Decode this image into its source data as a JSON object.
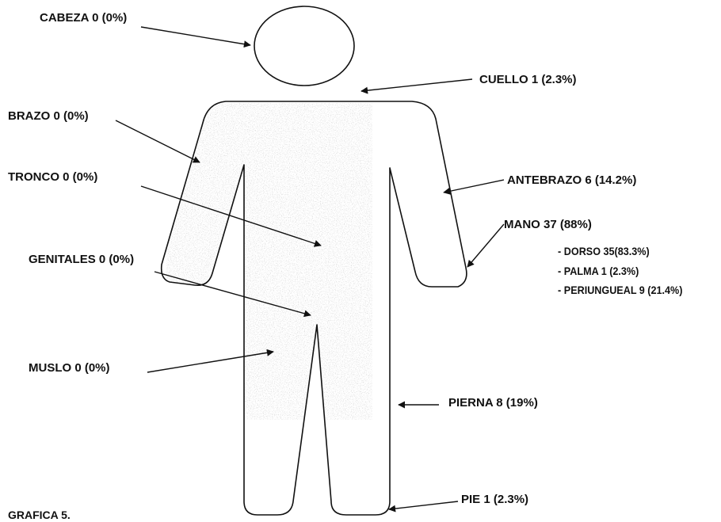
{
  "colors": {
    "ink": "#111111",
    "stipple": "#8a8a8a",
    "background": "#ffffff"
  },
  "labels": {
    "cabeza": "CABEZA 0 (0%)",
    "cuello": "CUELLO 1 (2.3%)",
    "brazo": "BRAZO 0 (0%)",
    "antebrazo": "ANTEBRAZO 6 (14.2%)",
    "tronco": "TRONCO 0 (0%)",
    "mano": "MANO 37 (88%)",
    "mano_detail": [
      "DORSO 35(83.3%)",
      "PALMA 1 (2.3%)",
      "PERIUNGUEAL 9 (21.4%)"
    ],
    "genitales": "GENITALES 0 (0%)",
    "muslo": "MUSLO 0 (0%)",
    "pierna": "PIERNA 8 (19%)",
    "pie": "PIE 1 (2.3%)"
  },
  "caption": "GRAFICA 5."
}
